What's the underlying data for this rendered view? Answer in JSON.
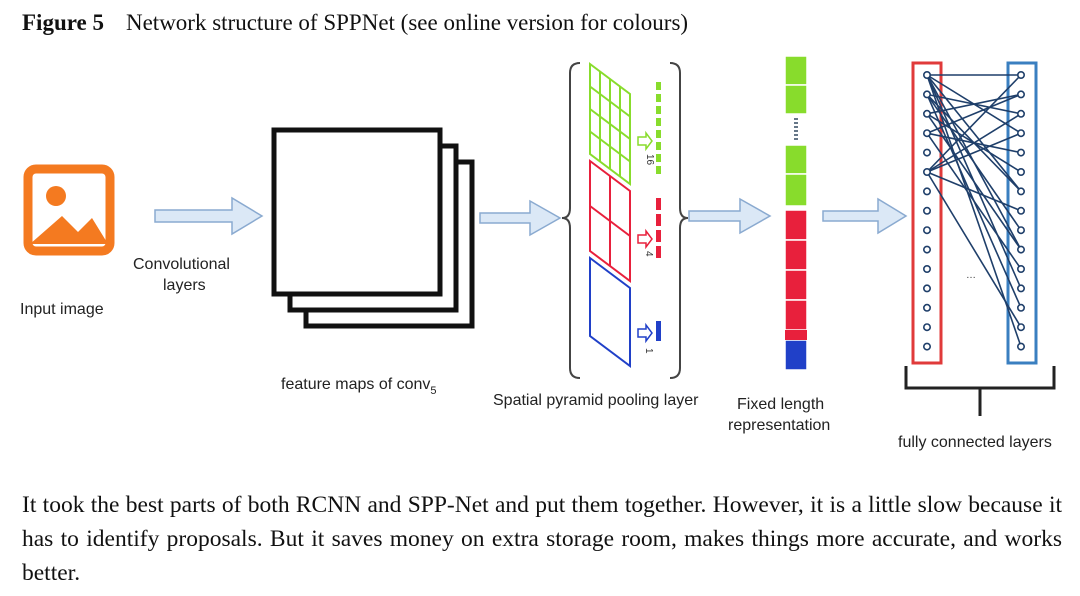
{
  "caption": {
    "label": "Figure 5",
    "text": "Network structure of SPPNet (see online version for colours)"
  },
  "diagram": {
    "input_label": "Input image",
    "conv_label_line1": "Convolutional",
    "conv_label_line2": "layers",
    "feature_label": "feature maps of conv",
    "feature_label_sub": "5",
    "spp_label": "Spatial pyramid pooling layer",
    "fixed_label_line1": "Fixed length",
    "fixed_label_line2": "representation",
    "fc_label": "fully connected layers",
    "pyramid_bins": [
      "16",
      "4",
      "1"
    ],
    "fc_ellipsis": "…",
    "colors": {
      "input_icon": "#f47a20",
      "arrow_fill": "#dbe8f6",
      "arrow_stroke": "#8aaad0",
      "green": "#88dc2c",
      "red": "#e8203c",
      "blue": "#2040c8",
      "fc_left_box": "#e03a3a",
      "fc_right_box": "#3a7fc0",
      "fc_lines": "#1f3f6a"
    }
  },
  "paragraph": "It took the best parts of both RCNN and SPP-Net and put them together. However, it is a little slow because it has to identify proposals. But it saves money on extra storage room, makes things more accurate, and works better."
}
